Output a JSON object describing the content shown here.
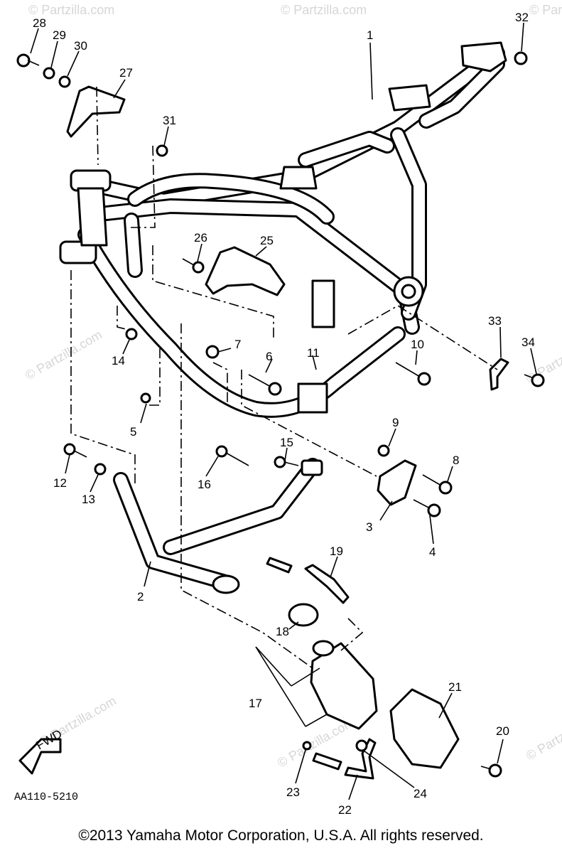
{
  "diagram": {
    "callouts": [
      "1",
      "2",
      "3",
      "4",
      "5",
      "6",
      "7",
      "8",
      "9",
      "10",
      "11",
      "12",
      "13",
      "14",
      "15",
      "16",
      "17",
      "18",
      "19",
      "20",
      "21",
      "22",
      "23",
      "24",
      "25",
      "26",
      "27",
      "28",
      "29",
      "30",
      "31",
      "32",
      "33",
      "34"
    ],
    "drawing_code": "AA110-5210",
    "watermark": "© Partzilla.com",
    "fwd_label": "FWD"
  },
  "footer": {
    "copyright": "©2013 Yamaha Motor Corporation, U.S.A. All rights reserved."
  }
}
